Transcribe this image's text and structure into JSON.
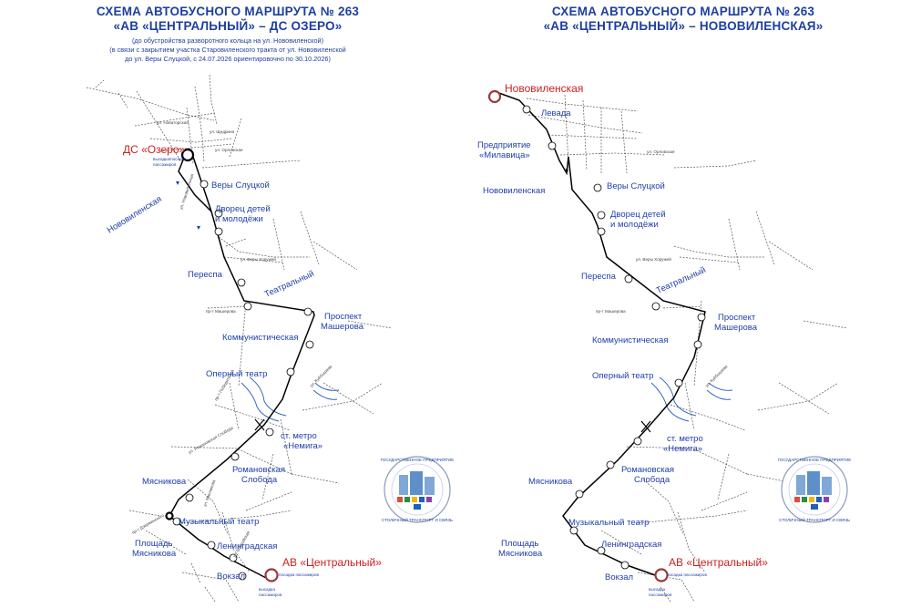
{
  "colors": {
    "title_blue": "#1e3f9e",
    "stop_text": "#1f3fa8",
    "terminal_red": "#cc1f1f",
    "route_line": "#000000",
    "streets": "#555555",
    "water": "#2a5fbf"
  },
  "left": {
    "title_line1": "СХЕМА АВТОБУСНОГО МАРШРУТА № 263",
    "title_line2": "«АВ «ЦЕНТРАЛЬНЫЙ»   – ДС ОЗЕРО»",
    "note_line1": "(до обустройства разворотного кольца на ул. Нововиленской)",
    "note_line2": "(в связи с закрытием участка Старовиленского тракта от ул. Нововиленской",
    "note_line3": "до ул. Веры Слуцкой, с 24.07.2026 ориентировочно по 30.10.2026)",
    "terminal_start": "АВ «Центральный»",
    "terminal_end": "ДС «Озеро»",
    "end_note_1": "высадка/посадка",
    "end_note_2": "пассажиров",
    "start_note_1": "посадка пассажиров",
    "start_note_2": "высадка",
    "start_note_3": "пассажиров",
    "stops": {
      "novovilenskaya": "Нововиленская",
      "very_slutskoy": "Веры Слуцкой",
      "dvorets_1": "Дворец детей",
      "dvorets_2": "и молодёжи",
      "perespa": "Переспа",
      "teatralny": "Театральный",
      "prospekt_1": "Проспект",
      "prospekt_2": "Машерова",
      "kommunisticheskaya": "Коммунистическая",
      "operny": "Оперный театр",
      "nemiga_1": "ст. метро",
      "nemiga_2": "«Немига»",
      "romanovskaya_1": "Романовская",
      "romanovskaya_2": "Слобода",
      "myasnikova": "Мясникова",
      "muzykalny": "Музыкальный театр",
      "ploshchad_1": "Площадь",
      "ploshchad_2": "Мясникова",
      "leningradskaya": "Ленинградская",
      "vokzal": "Вокзал"
    },
    "streets": {
      "novatorskaya": "ул. Новаторская",
      "shchedrina": "ул. Щедрина",
      "orlovskaya": "ул. Орловская",
      "novovilenskaya_st": "ул. Нововиленская",
      "very_khoruzhey": "ул. Веры Хоружей",
      "masherova": "пр-т Машерова",
      "pobediteley": "пр-т Победителей",
      "kuybysheva": "ул. Куйбышева",
      "romanovskaya_st": "ул. Романовская Слобода",
      "myasnikova_st": "ул. Мясникова",
      "dzerzhinskogo": "пр-т Дзержинского",
      "bobruyskaya": "ул. Бобруйская"
    }
  },
  "right": {
    "title_line1": "СХЕМА АВТОБУСНОГО МАРШРУТА № 263",
    "title_line2": "«АВ «ЦЕНТРАЛЬНЫЙ»   – НОВОВИЛЕНСКАЯ»",
    "terminal_start": "АВ «Центральный»",
    "terminal_end": "Нововиленская",
    "start_note_1": "посадка пассажиров",
    "start_note_2": "высадка",
    "start_note_3": "пассажиров",
    "stops": {
      "levada": "Левада",
      "milavitsa_1": "Предприятие",
      "milavitsa_2": "«Милавица»",
      "novovilenskaya": "Нововиленская",
      "very_slutskoy": "Веры Слуцкой",
      "dvorets_1": "Дворец детей",
      "dvorets_2": "и молодёжи",
      "perespa": "Переспа",
      "teatralny": "Театральный",
      "prospekt_1": "Проспект",
      "prospekt_2": "Машерова",
      "kommunisticheskaya": "Коммунистическая",
      "operny": "Оперный театр",
      "nemiga_1": "ст. метро",
      "nemiga_2": "«Немига»",
      "romanovskaya_1": "Романовская",
      "romanovskaya_2": "Слобода",
      "myasnikova": "Мясникова",
      "muzykalny": "Музыкальный театр",
      "ploshchad_1": "Площадь",
      "ploshchad_2": "Мясникова",
      "leningradskaya": "Ленинградская",
      "vokzal": "Вокзал"
    },
    "streets": {
      "orlovskaya": "ул. Орловская",
      "very_khoruzhey": "ул. Веры Хоружей",
      "masherova": "пр-т Машерова",
      "kuybysheva": "ул. Куйбышева"
    }
  },
  "logo": {
    "ring_text_top": "ГОСУДАРСТВЕННОЕ ПРЕДПРИЯТИЕ",
    "ring_text_bottom": "СТОЛИЧНЫЙ ТРАНСПОРТ И СВЯЗЬ",
    "icon": "city-transport-logo-icon"
  }
}
